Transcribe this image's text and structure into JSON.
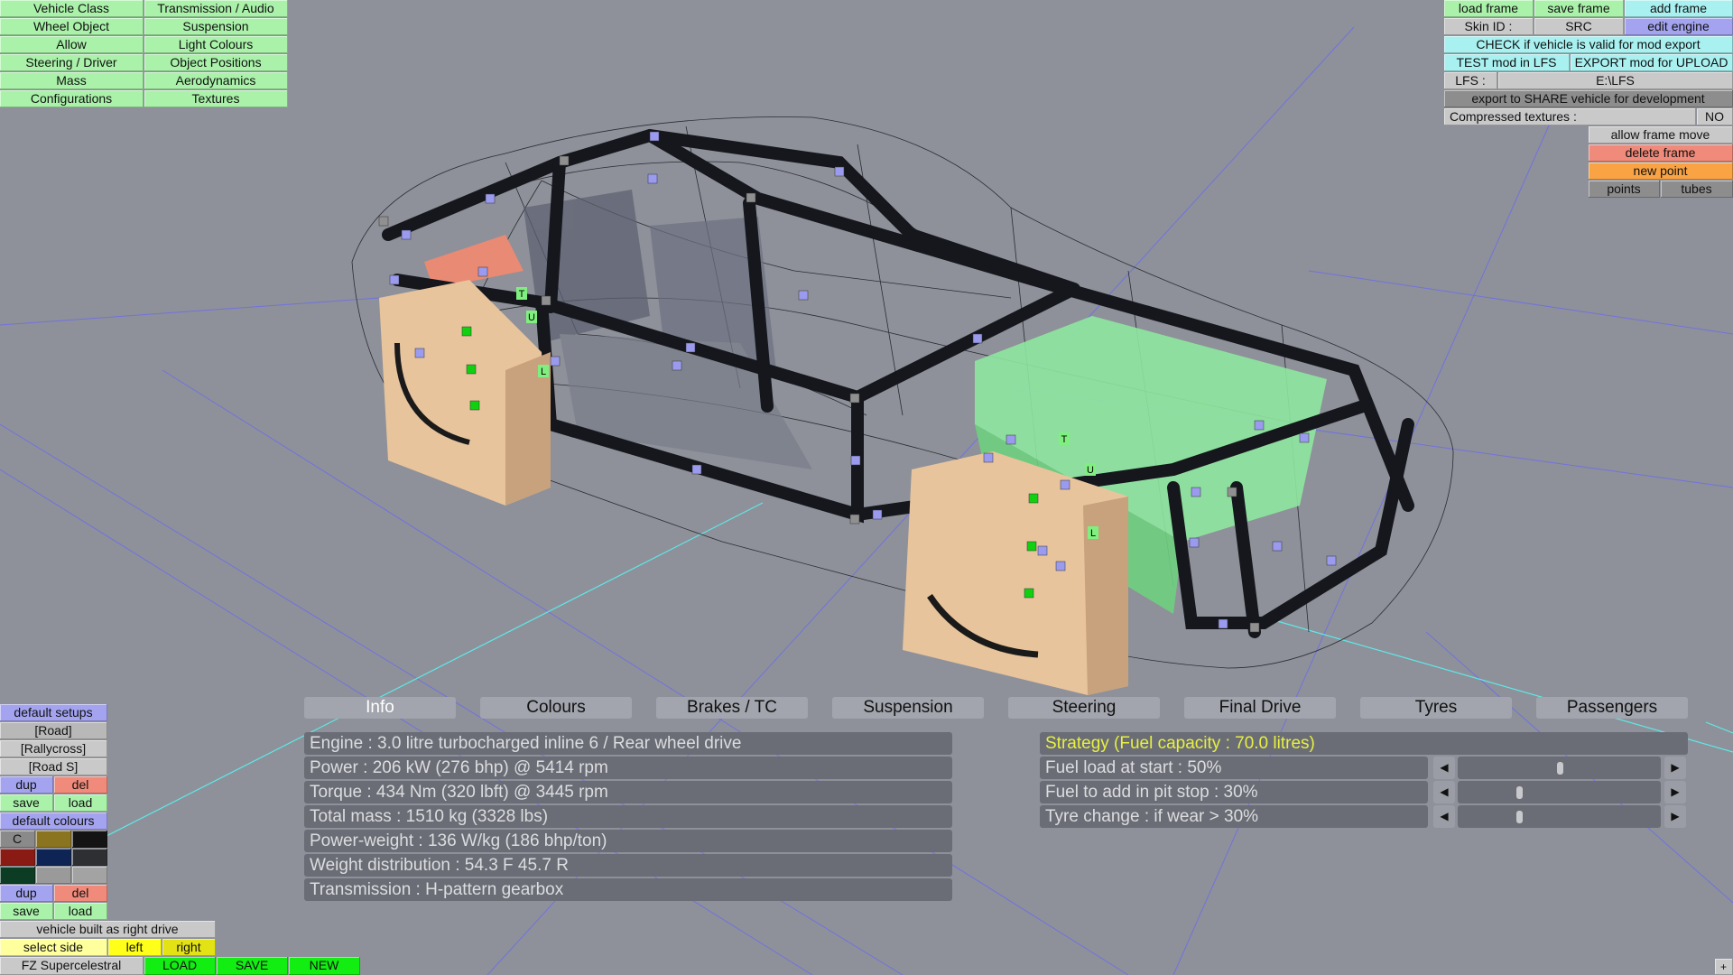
{
  "top_left_menu": {
    "col1": [
      "Vehicle Class",
      "Wheel Object",
      "Allow",
      "Steering / Driver",
      "Mass",
      "Configurations"
    ],
    "col2": [
      "Transmission / Audio",
      "Suspension",
      "Light Colours",
      "Object Positions",
      "Aerodynamics",
      "Textures"
    ]
  },
  "top_right": {
    "load_frame": "load frame",
    "save_frame": "save frame",
    "add_frame": "add frame",
    "skin_id_label": "Skin ID :",
    "skin_id_value": "SRC",
    "edit_engine": "edit engine",
    "check_valid": "CHECK if vehicle is valid for mod export",
    "test_mod": "TEST mod in LFS",
    "export_mod": "EXPORT mod for UPLOAD",
    "lfs_label": "LFS :",
    "lfs_path": "E:\\LFS",
    "export_share": "export to SHARE vehicle for development",
    "compressed_label": "Compressed textures :",
    "compressed_value": "NO",
    "allow_frame_move": "allow frame move",
    "delete_frame": "delete frame",
    "new_point": "new point",
    "points": "points",
    "tubes": "tubes"
  },
  "bottom_left": {
    "default_setups": "default setups",
    "setups": [
      "[Road]",
      "[Rallycross]",
      "[Road S]"
    ],
    "dup": "dup",
    "del": "del",
    "save": "save",
    "load": "load",
    "default_colours": "default colours",
    "colour_c": "C",
    "swatches": [
      "#8a8a8a",
      "#8a7420",
      "#141414",
      "#8a1a14",
      "#0e2454",
      "#2e2f33",
      "#0c3c24",
      "#9a9a9a",
      "#a3a3a3"
    ],
    "right_drive": "vehicle built as right drive",
    "select_side": "select side",
    "left": "left",
    "right": "right",
    "vehicle_name": "FZ Supercelestral",
    "load_btn": "LOAD",
    "save_btn": "SAVE",
    "new_btn": "NEW"
  },
  "tabs": [
    "Info",
    "Colours",
    "Brakes / TC",
    "Suspension",
    "Steering",
    "Final Drive",
    "Tyres",
    "Passengers"
  ],
  "active_tab": "Info",
  "info_rows": [
    "Engine : 3.0 litre turbocharged inline 6 / Rear wheel drive",
    "Power : 206 kW (276 bhp) @ 5414 rpm",
    "Torque : 434 Nm (320 lbft) @ 3445 rpm",
    "Total mass : 1510 kg (3328 lbs)",
    "Power-weight : 136 W/kg (186 bhp/ton)",
    "Weight distribution : 54.3 F  45.7 R",
    "Transmission : H-pattern gearbox"
  ],
  "strategy": {
    "title": "Strategy (Fuel capacity : 70.0 litres)",
    "title_color": "#e8f040",
    "sliders": [
      {
        "label": "Fuel load at start : 50%",
        "value": 0.5
      },
      {
        "label": "Fuel to add in pit stop : 30%",
        "value": 0.3
      },
      {
        "label": "Tyre change : if wear > 30%",
        "value": 0.3
      }
    ],
    "left_arrow": "◀",
    "right_arrow": "▶"
  },
  "viewport_markers": [
    "T",
    "U",
    "L",
    "T",
    "U",
    "L"
  ],
  "corner_button": "+"
}
